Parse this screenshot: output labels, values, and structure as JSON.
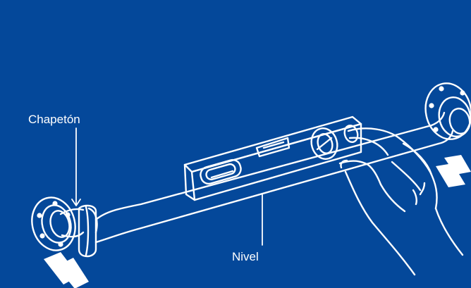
{
  "labels": {
    "chapeton": "Chapetón",
    "nivel": "Nivel"
  },
  "colors": {
    "background": "#04489a",
    "stroke": "#ffffff"
  },
  "icons": {
    "insert_arrow_left": "double-chevron-arrow",
    "insert_arrow_right": "double-chevron-arrow"
  }
}
